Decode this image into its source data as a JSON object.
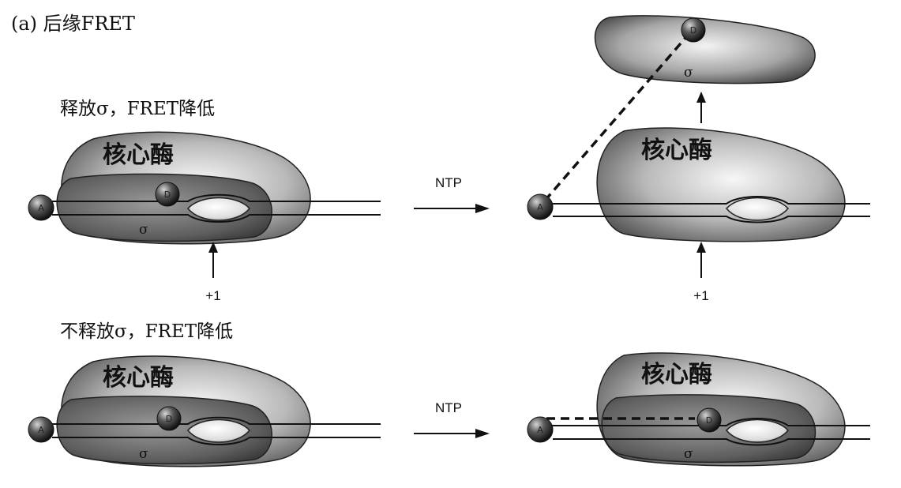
{
  "title": "(a) 后缘FRET",
  "captions": {
    "release": "释放σ，FRET降低",
    "no_release": "不释放σ，FRET降低"
  },
  "labels": {
    "core_enzyme": "核心酶",
    "sigma": "σ",
    "donor": "D",
    "acceptor": "A",
    "ntp": "NTP",
    "plus_one": "+1"
  }
}
